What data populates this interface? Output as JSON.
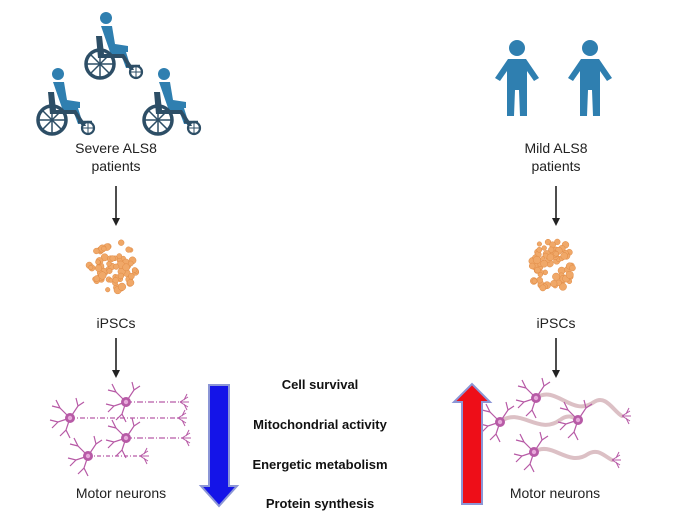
{
  "left_column": {
    "group_line1": "Severe ALS8",
    "group_line2": "patients",
    "cells_label": "iPSCs",
    "neurons_label": "Motor neurons"
  },
  "right_column": {
    "group_line1": "Mild ALS8",
    "group_line2": "patients",
    "cells_label": "iPSCs",
    "neurons_label": "Motor neurons"
  },
  "effects": [
    "Cell survival",
    "Mitochondrial activity",
    "Energetic metabolism",
    "Protein synthesis"
  ],
  "colors": {
    "person": "#2f7fb0",
    "wheelchair": "#2d4e66",
    "cells": "#f0a868",
    "neuron": "#b75aa6",
    "axon_mild": "#dcc0c5",
    "arrow_down": "#1414e8",
    "arrow_up": "#ee0e18",
    "arrow_border": "#8c96d6",
    "flow_arrow": "#222222"
  },
  "icons": [
    "wheelchair-user-icon",
    "standing-person-icon",
    "ipsc-cluster-icon",
    "motor-neuron-icon"
  ]
}
